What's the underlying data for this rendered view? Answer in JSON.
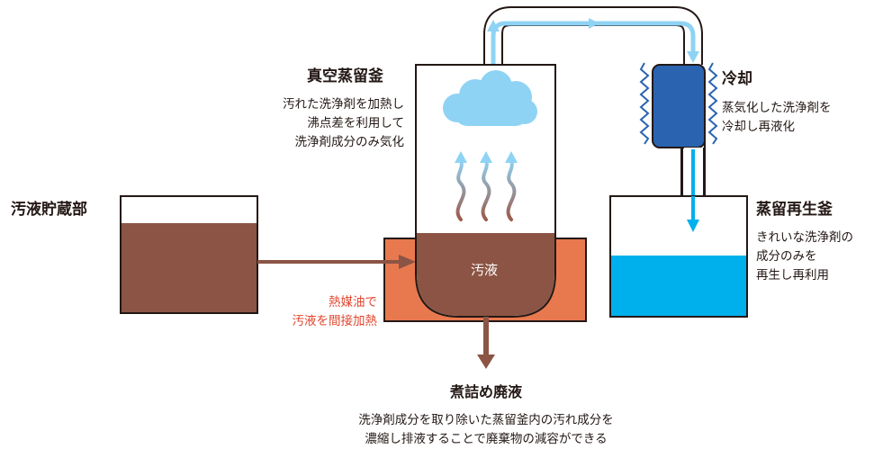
{
  "labels": {
    "vacuum_still_title": "真空蒸留釜",
    "vacuum_still_desc": [
      "汚れた洗浄剤を加熱し",
      "沸点差を利用して",
      "洗浄剤成分のみ気化"
    ],
    "waste_storage_title": "汚液貯蔵部",
    "cooling_title": "冷却",
    "cooling_desc": [
      "蒸気化した洗浄剤を",
      "冷却し再液化"
    ],
    "regen_title": "蒸留再生釜",
    "regen_desc": [
      "きれいな洗浄剤の",
      "成分のみを",
      "再生し再利用"
    ],
    "waste_liquid": "汚液",
    "heat_oil_desc": [
      "熱媒油で",
      "汚液を間接加熱"
    ],
    "concentrate_title": "煮詰め廃液",
    "concentrate_desc": [
      "洗浄剤成分を取り除いた蒸留釜内の汚れ成分を",
      "濃縮し排液することで廃棄物の減容ができる"
    ]
  },
  "colors": {
    "outline": "#231815",
    "waste_brown": "#8b5444",
    "oil_orange": "#e8794f",
    "steam_blue": "#8fd3f4",
    "pipe_blue": "#8fd3f4",
    "cooler_blue": "#2a64b0",
    "clean_blue": "#00b0ec",
    "red_text": "#e0462f"
  }
}
